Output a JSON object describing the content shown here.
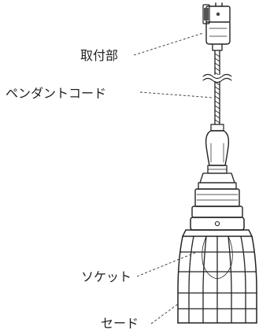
{
  "labels": {
    "mount": "取付部",
    "cord": "ペンダントコード",
    "socket": "ソケット",
    "shade": "セード"
  },
  "colors": {
    "line": "#222222",
    "background": "#ffffff"
  }
}
